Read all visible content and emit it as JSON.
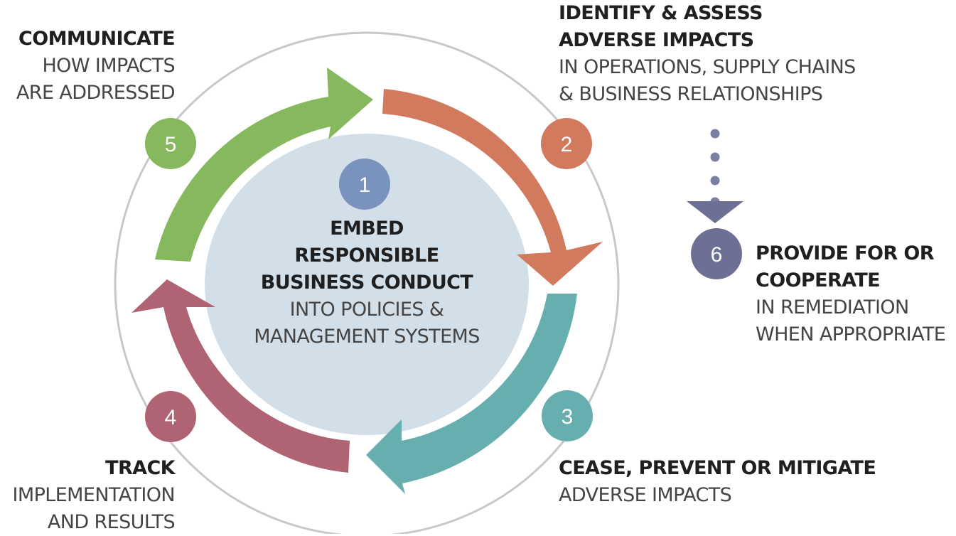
{
  "steps": [
    {
      "number": "1",
      "title_lines": [
        "EMBED",
        "RESPONSIBLE",
        "BUSINESS CONDUCT"
      ],
      "detail_lines": [
        "INTO POLICIES &",
        "MANAGEMENT SYSTEMS"
      ],
      "color": "#7a93bd"
    },
    {
      "number": "2",
      "title_lines": [
        "IDENTIFY & ASSESS",
        "ADVERSE IMPACTS"
      ],
      "detail_lines": [
        "IN OPERATIONS, SUPPLY CHAINS",
        "& BUSINESS RELATIONSHIPS"
      ],
      "color": "#d17a5e"
    },
    {
      "number": "3",
      "title_lines": [
        "CEASE, PREVENT OR MITIGATE"
      ],
      "detail_lines": [
        "ADVERSE IMPACTS"
      ],
      "color": "#67aeae"
    },
    {
      "number": "4",
      "title_lines": [
        "TRACK"
      ],
      "detail_lines": [
        "IMPLEMENTATION",
        "AND RESULTS"
      ],
      "color": "#b06373"
    },
    {
      "number": "5",
      "title_lines": [
        "COMMUNICATE"
      ],
      "detail_lines": [
        "HOW IMPACTS",
        "ARE ADDRESSED"
      ],
      "color": "#86b85e"
    },
    {
      "number": "6",
      "title_lines": [
        "PROVIDE FOR OR",
        "COOPERATE"
      ],
      "detail_lines": [
        "IN REMEDIATION",
        "WHEN APPROPRIATE"
      ],
      "color": "#6e6f94"
    }
  ],
  "colors": {
    "center_fill": "#d3dfe8",
    "outer_ring": "#c8c8c8",
    "dotted_connector": "#7b7fa3"
  }
}
